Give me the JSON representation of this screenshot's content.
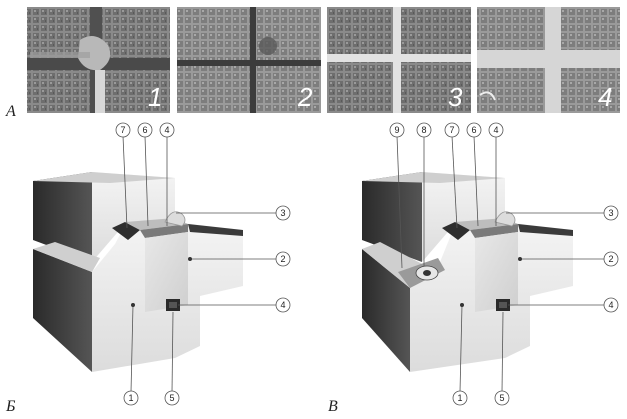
{
  "panels": [
    {
      "label": "А"
    },
    {
      "label": "Б"
    },
    {
      "label": "В"
    }
  ],
  "photos": [
    {
      "number": "1"
    },
    {
      "number": "2"
    },
    {
      "number": "3"
    },
    {
      "number": "4"
    }
  ],
  "diagram_b": {
    "callouts": [
      "7",
      "6",
      "4",
      "3",
      "2",
      "4",
      "1",
      "5"
    ]
  },
  "diagram_v": {
    "callouts": [
      "9",
      "8",
      "7",
      "6",
      "4",
      "3",
      "2",
      "4",
      "1",
      "5"
    ]
  }
}
